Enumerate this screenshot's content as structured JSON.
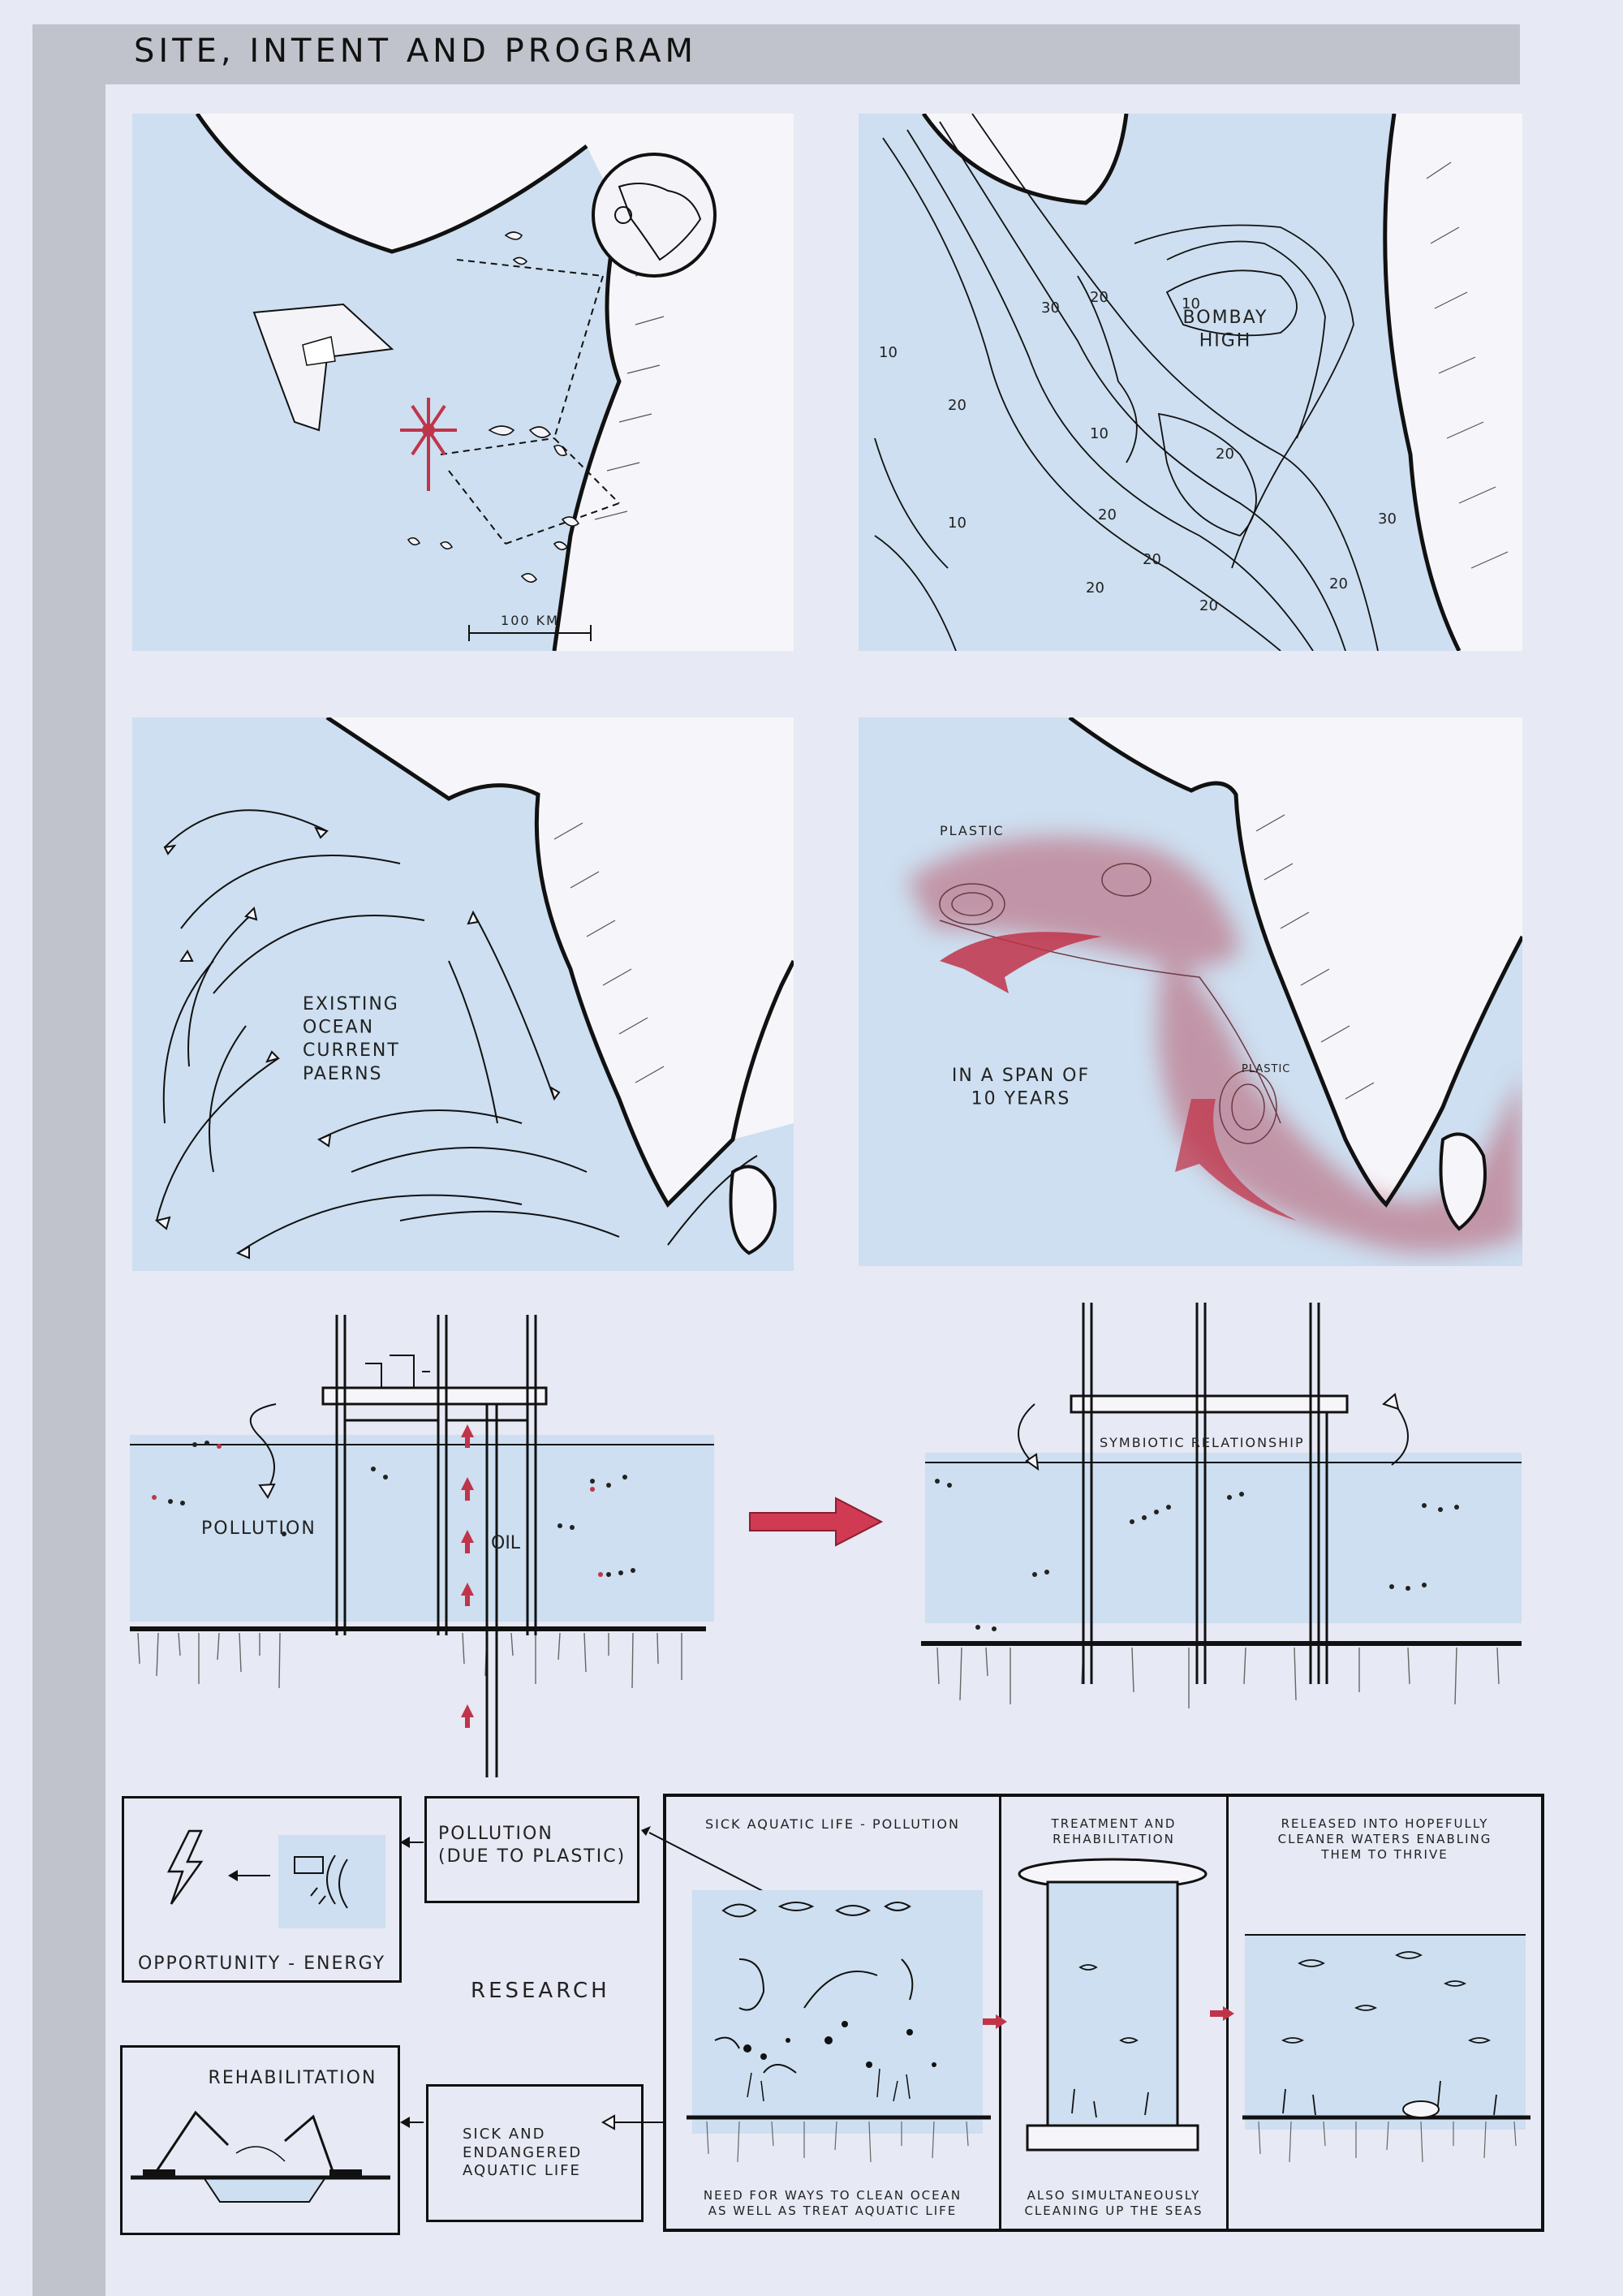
{
  "header": {
    "title": "SITE, INTENT AND PROGRAM"
  },
  "maps": {
    "site": {
      "scale_label": "100 KM"
    },
    "bathymetry": {
      "region_label": "BOMBAY\nHIGH",
      "contours": [
        "30",
        "20",
        "10",
        "10",
        "20",
        "10",
        "20",
        "10",
        "20",
        "20",
        "20",
        "30",
        "20",
        "20"
      ]
    },
    "currents": {
      "label": "EXISTING\nOCEAN\nCURRENT\nPAERNS"
    },
    "plastic": {
      "label_top": "PLASTIC",
      "label_mid": "PLASTIC",
      "span_label": "IN A SPAN OF\n10 YEARS"
    }
  },
  "sections": {
    "existing": {
      "pollution_label": "POLLUTION",
      "oil_label": "OIL"
    },
    "proposed": {
      "symbiotic_label": "SYMBIOTIC RELATIONSHIP"
    }
  },
  "research": {
    "title": "RESEARCH",
    "energy_label": "OPPORTUNITY - ENERGY",
    "pollution_box": "POLLUTION\n(DUE TO PLASTIC)",
    "sick_box": "SICK AND\nENDANGERED\nAQUATIC LIFE",
    "rehab_label": "REHABILITATION"
  },
  "process": {
    "stage1_top": "SICK AQUATIC LIFE - POLLUTION",
    "stage1_bottom": "NEED FOR WAYS TO CLEAN OCEAN\nAS WELL AS TREAT AQUATIC LIFE",
    "stage2_top": "TREATMENT AND\nREHABILITATION",
    "stage2_bottom": "ALSO SIMULTANEOUSLY\nCLEANING UP THE SEAS",
    "stage3_top": "RELEASED INTO HOPEFULLY\nCLEANER WATERS ENABLING\nTHEM TO THRIVE"
  },
  "colors": {
    "water": "#cddff0",
    "accent_red": "#c0344a",
    "plastic_plume": "#b85a6c",
    "frame": "#c0c3cc"
  }
}
